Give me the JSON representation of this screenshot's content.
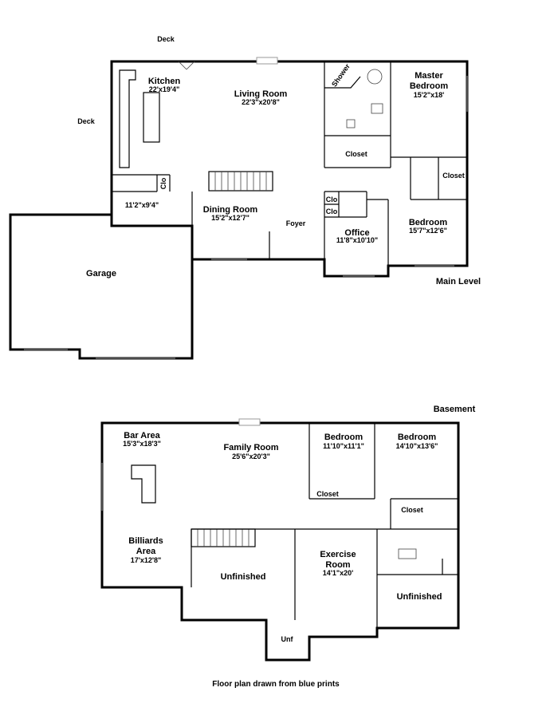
{
  "main_level": {
    "title": "Main Level",
    "deck_top": "Deck",
    "deck_left": "Deck",
    "kitchen": {
      "name": "Kitchen",
      "dim": "22'x19'4\""
    },
    "living": {
      "name": "Living Room",
      "dim": "22'3\"x20'8\""
    },
    "shower": "Shower",
    "master": {
      "name1": "Master",
      "name2": "Bedroom",
      "dim": "15'2\"x18'"
    },
    "closet_master": "Closet",
    "closet_right": "Closet",
    "clo_kitchen": "Clo",
    "breakfast_dim": "11'2\"x9'4\"",
    "dining": {
      "name": "Dining Room",
      "dim": "15'2\"x12'7\""
    },
    "foyer": "Foyer",
    "clo1": "Clo",
    "clo2": "Clo",
    "office": {
      "name": "Office",
      "dim": "11'8\"x10'10\""
    },
    "bedroom": {
      "name": "Bedroom",
      "dim": "15'7\"x12'6\""
    },
    "garage": "Garage"
  },
  "basement": {
    "title": "Basement",
    "bar": {
      "name": "Bar Area",
      "dim": "15'3\"x18'3\""
    },
    "family": {
      "name": "Family Room",
      "dim": "25'6\"x20'3\""
    },
    "bedroom1": {
      "name": "Bedroom",
      "dim": "11'10\"x11'1\""
    },
    "bedroom2": {
      "name": "Bedroom",
      "dim": "14'10\"x13'6\""
    },
    "closet1": "Closet",
    "closet2": "Closet",
    "billiards": {
      "name1": "Billiards",
      "name2": "Area",
      "dim": "17'x12'8\""
    },
    "unfinished1": "Unfinished",
    "exercise": {
      "name1": "Exercise",
      "name2": "Room",
      "dim": "14'1\"x20'"
    },
    "unfinished2": "Unfinished",
    "unf": "Unf"
  },
  "caption": "Floor plan drawn from blue prints"
}
